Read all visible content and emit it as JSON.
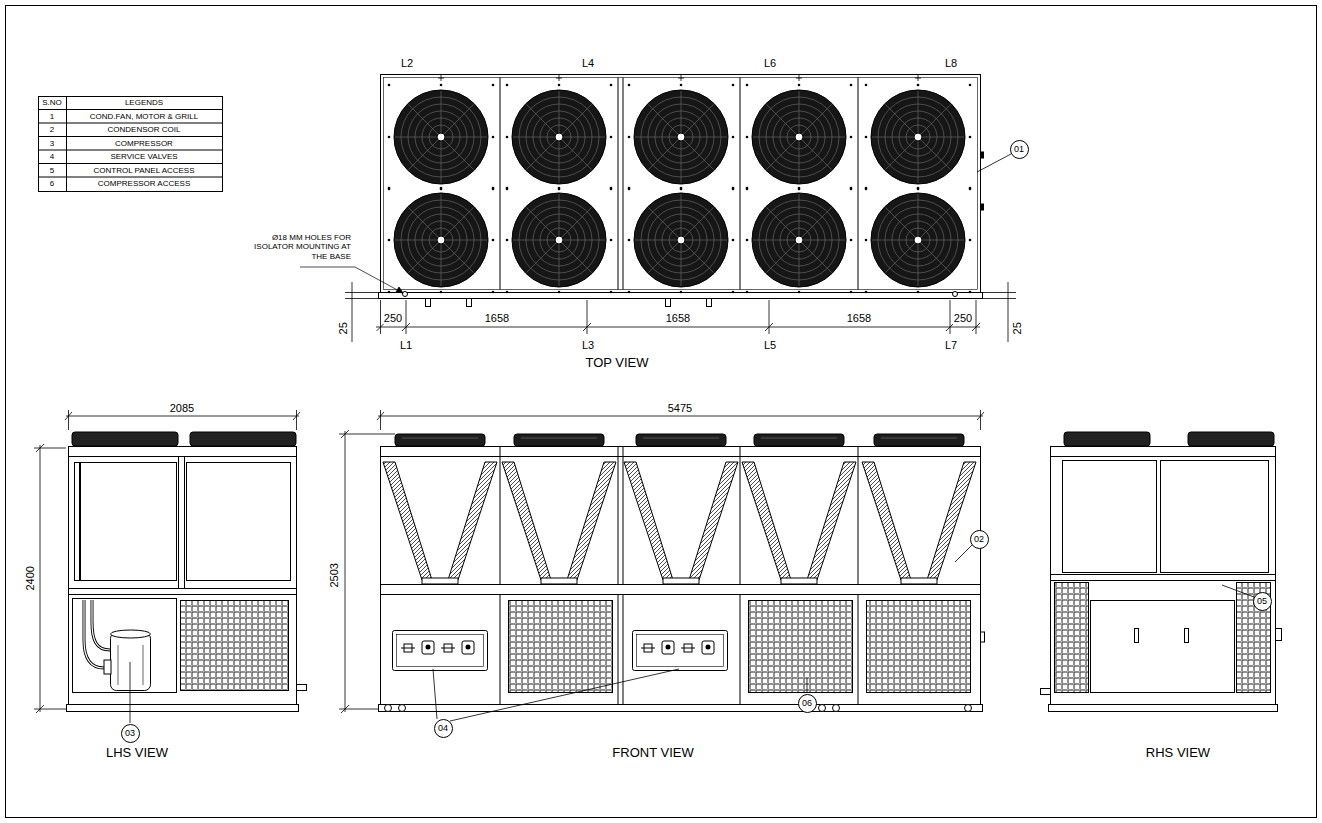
{
  "diagram": {
    "nodes": [
      {
        "text": [
          "01"
        ]
      },
      {
        "text": [
          "02"
        ]
      },
      {
        "text": [
          "03"
        ]
      },
      {
        "text": [
          "04"
        ]
      },
      {
        "text": [
          "05"
        ]
      },
      {
        "text": [
          "06"
        ]
      }
    ],
    "labels": [
      "S.NO",
      "LEGENDS",
      "1",
      "COND.FAN, MOTOR & GRILL",
      "2",
      "CONDENSOR COIL",
      "3",
      "COMPRESSOR",
      "4",
      "SERVICE VALVES",
      "5",
      "CONTROL PANEL ACCESS",
      "6",
      "COMPRESSOR ACCESS",
      "L2",
      "L4",
      "L6",
      "L8",
      "Ø18 MM HOLES FOR ISOLATOR MOUNTING AT THE BASE",
      "25",
      "250",
      "1658",
      "1658",
      "1658",
      "250",
      "25",
      "L1",
      "L3",
      "L5",
      "L7",
      "TOP VIEW",
      "2085",
      "2400",
      "5475",
      "2503",
      "LHS VIEW",
      "FRONT VIEW",
      "RHS VIEW"
    ]
  }
}
